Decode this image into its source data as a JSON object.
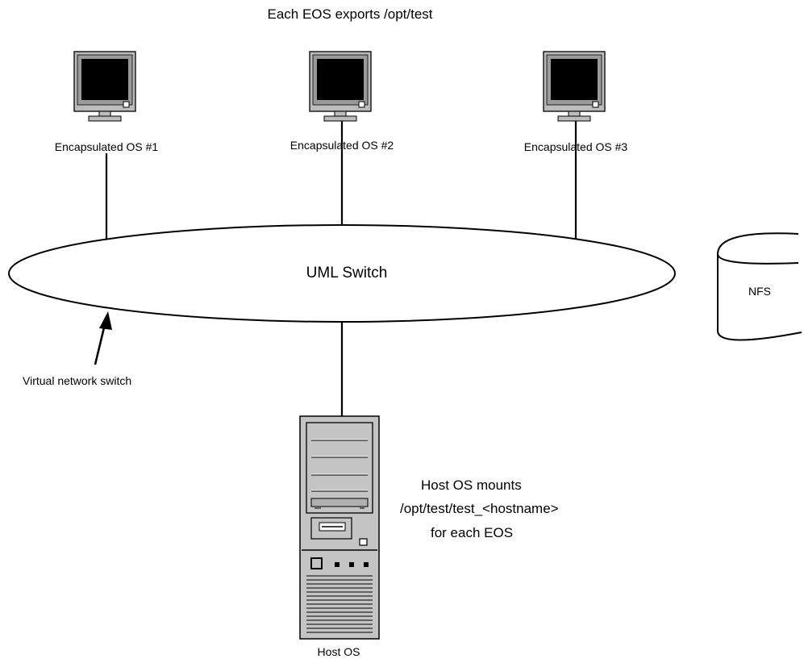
{
  "title": "Each EOS exports /opt/test",
  "eos_nodes": [
    {
      "label": "Encapsulated OS #1"
    },
    {
      "label": "Encapsulated OS #2"
    },
    {
      "label": "Encapsulated OS #3"
    }
  ],
  "switch": {
    "label": "UML Switch"
  },
  "switch_annotation": "Virtual network switch",
  "storage": {
    "label": "NFS"
  },
  "host": {
    "label": "Host OS",
    "note_lines": [
      "Host OS mounts",
      "/opt/test/test_<hostname>",
      "for each EOS"
    ]
  }
}
